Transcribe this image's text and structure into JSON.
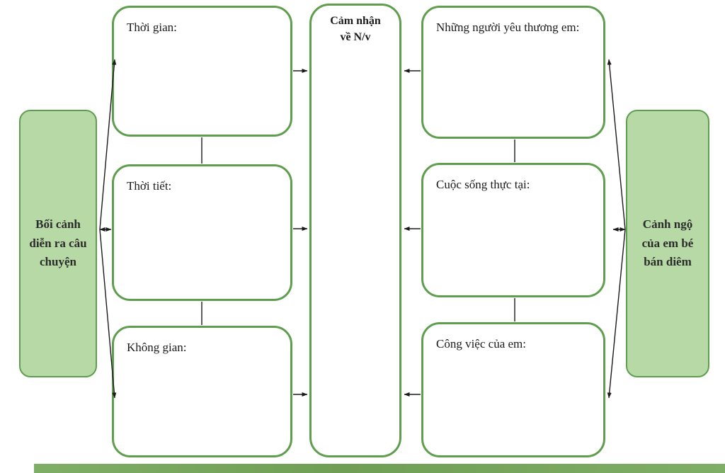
{
  "diagram": {
    "left_group": {
      "title": "Bối cảnh diễn ra câu chuyện",
      "boxes": [
        {
          "label": "Thời gian:"
        },
        {
          "label": "Thời tiết:"
        },
        {
          "label": "Không gian:"
        }
      ]
    },
    "center": {
      "title": "Cảm nhận về N/v"
    },
    "right_group": {
      "title": "Cảnh ngộ của em bé bán diêm",
      "boxes": [
        {
          "label": "Những người yêu thương em:"
        },
        {
          "label": "Cuộc sống thực tại:"
        },
        {
          "label": "Công việc của em:"
        }
      ]
    },
    "colors": {
      "border_green": "#5f9e4e",
      "fill_green": "#b7d9a5",
      "strip_green": "#7fae66"
    }
  }
}
